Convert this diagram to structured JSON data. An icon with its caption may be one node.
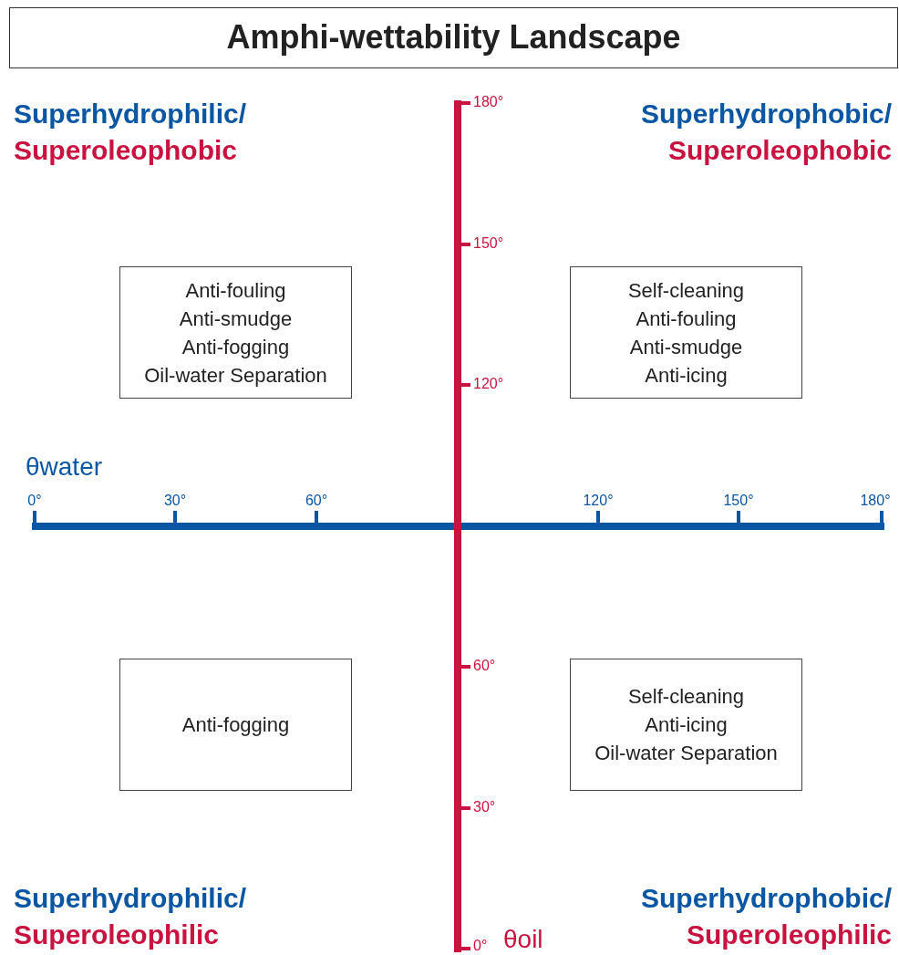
{
  "diagram": {
    "title": "Amphi-wettability Landscape",
    "nodes": [
      {
        "text": [
          "Anti-fouling",
          "Anti-smudge",
          "Anti-fogging",
          "Oil-water Separation"
        ]
      },
      {
        "text": [
          "Self-cleaning",
          "Anti-fouling",
          "Anti-smudge",
          "Anti-icing"
        ]
      },
      {
        "text": [
          "Anti-fogging"
        ]
      },
      {
        "text": [
          "Self-cleaning",
          "Anti-icing",
          "Oil-water Separation"
        ]
      }
    ],
    "edges": [],
    "labels": [
      "Superhydrophilic/",
      "Superhydrophobic/",
      "Superoleophobic",
      "Superoleophobic",
      "180°",
      "150°",
      "120°",
      "θwater",
      "0°",
      "30°",
      "60°",
      "120°",
      "150°",
      "180°",
      "60°",
      "30°",
      "Superhydrophilic/",
      "Superhydrophobic/",
      "Superoleophilic",
      "0°",
      "θoil",
      "Superoleophilic"
    ]
  }
}
